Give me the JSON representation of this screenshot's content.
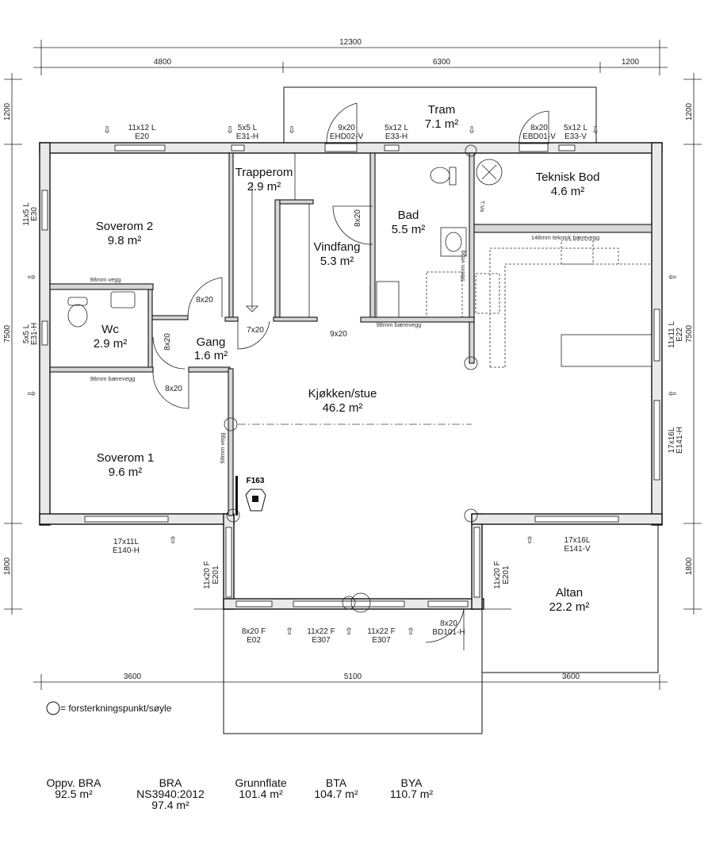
{
  "rooms": [
    {
      "name": "Tram",
      "area": "7.1 m²"
    },
    {
      "name": "Trapperom",
      "area": "2.9 m²"
    },
    {
      "name": "Soverom 2",
      "area": "9.8 m²"
    },
    {
      "name": "Teknisk Bod",
      "area": "4.6 m²"
    },
    {
      "name": "Bad",
      "area": "5.5 m²"
    },
    {
      "name": "Vindfang",
      "area": "5.3 m²"
    },
    {
      "name": "Wc",
      "area": "2.9 m²"
    },
    {
      "name": "Gang",
      "area": "1.6 m²"
    },
    {
      "name": "Kjøkken/stue",
      "area": "46.2 m²"
    },
    {
      "name": "Soverom 1",
      "area": "9.6 m²"
    },
    {
      "name": "Altan",
      "area": "22.2 m²"
    }
  ],
  "openings": [
    {
      "size": "11x12 L",
      "code": "E20"
    },
    {
      "size": "5x5 L",
      "code": "E31-H"
    },
    {
      "size": "9x20",
      "code": "EHD02-V"
    },
    {
      "size": "5x12 L",
      "code": "E33-H"
    },
    {
      "size": "8x20",
      "code": "EBD01-V"
    },
    {
      "size": "5x12 L",
      "code": "E33-V"
    },
    {
      "size": "17x11L",
      "code": "E140-H"
    },
    {
      "size": "17x16L",
      "code": "E141-V"
    },
    {
      "size": "11x20 F",
      "code": "E201"
    },
    {
      "size": "11x20 F",
      "code": "E201"
    },
    {
      "size": "8x20 F",
      "code": "E02"
    },
    {
      "size": "11x22 F",
      "code": "E307"
    },
    {
      "size": "11x22 F",
      "code": "E307"
    },
    {
      "size": "8x20",
      "code": "BD101-H"
    },
    {
      "size": "11x5 L",
      "code": "E30"
    },
    {
      "size": "5x5 L",
      "code": "E31-H"
    },
    {
      "size": "11x11 L",
      "code": "E22"
    },
    {
      "size": "17x16L",
      "code": "E141-H"
    }
  ],
  "doors": [
    "8x20",
    "7x20",
    "9x20",
    "8x20",
    "8x20",
    "8x20"
  ],
  "walls": [
    "98mm vegg",
    "98mm bærevegg",
    "98mm bærevegg",
    "98mm vegg",
    "148mm teknisk bærevegg",
    "98mm vegg"
  ],
  "misc": {
    "fireplace": "F163",
    "tva": "T.Va"
  },
  "dimensions": {
    "top_total": "12300",
    "top": [
      "4800",
      "6300",
      "1200"
    ],
    "bottom": [
      "3600",
      "5100",
      "3600"
    ],
    "left": [
      "1200",
      "7500",
      "1800"
    ],
    "right": [
      "1200",
      "7500",
      "1800"
    ]
  },
  "legend": "= forsterkningspunkt/søyle",
  "summary": [
    {
      "label": "Oppv. BRA",
      "sub": "",
      "value": "92.5 m²"
    },
    {
      "label": "BRA",
      "sub": "NS3940:2012",
      "value": "97.4 m²"
    },
    {
      "label": "Grunnflate",
      "sub": "",
      "value": "101.4 m²"
    },
    {
      "label": "BTA",
      "sub": "",
      "value": "104.7 m²"
    },
    {
      "label": "BYA",
      "sub": "",
      "value": "110.7 m²"
    }
  ]
}
